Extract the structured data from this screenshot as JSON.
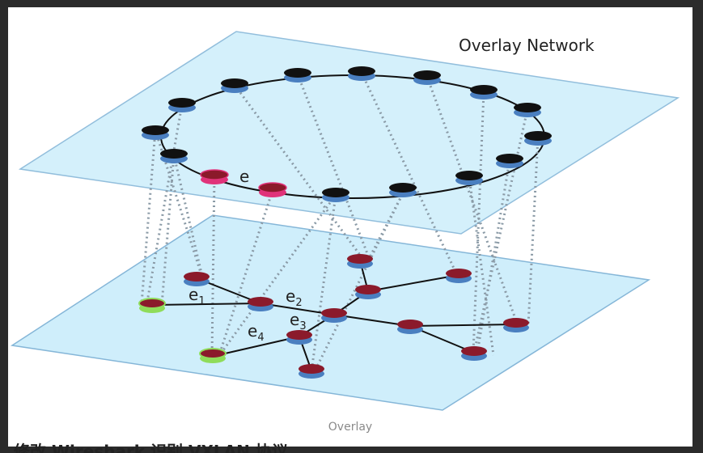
{
  "diagram": {
    "title": "Overlay Network",
    "edge_labels": {
      "e": "e",
      "e1": {
        "base": "e",
        "sub": "1"
      },
      "e2": {
        "base": "e",
        "sub": "2"
      },
      "e3": {
        "base": "e",
        "sub": "3"
      },
      "e4": {
        "base": "e",
        "sub": "4"
      }
    }
  },
  "caption": "Overlay",
  "below_text": "修改 Wireshark 识别 VXLAN 协议",
  "colors": {
    "plane_fill": "#cdeefb",
    "plane_stroke": "#7fb3d6",
    "overlay_node_top": "#111111",
    "overlay_node_side": "#4a7fc0",
    "highlight_node": "#e0337a",
    "physical_node_top": "#8b1a2b",
    "physical_node_side": "#4a7fc0",
    "endpoint_node": "#8fdc5a"
  }
}
